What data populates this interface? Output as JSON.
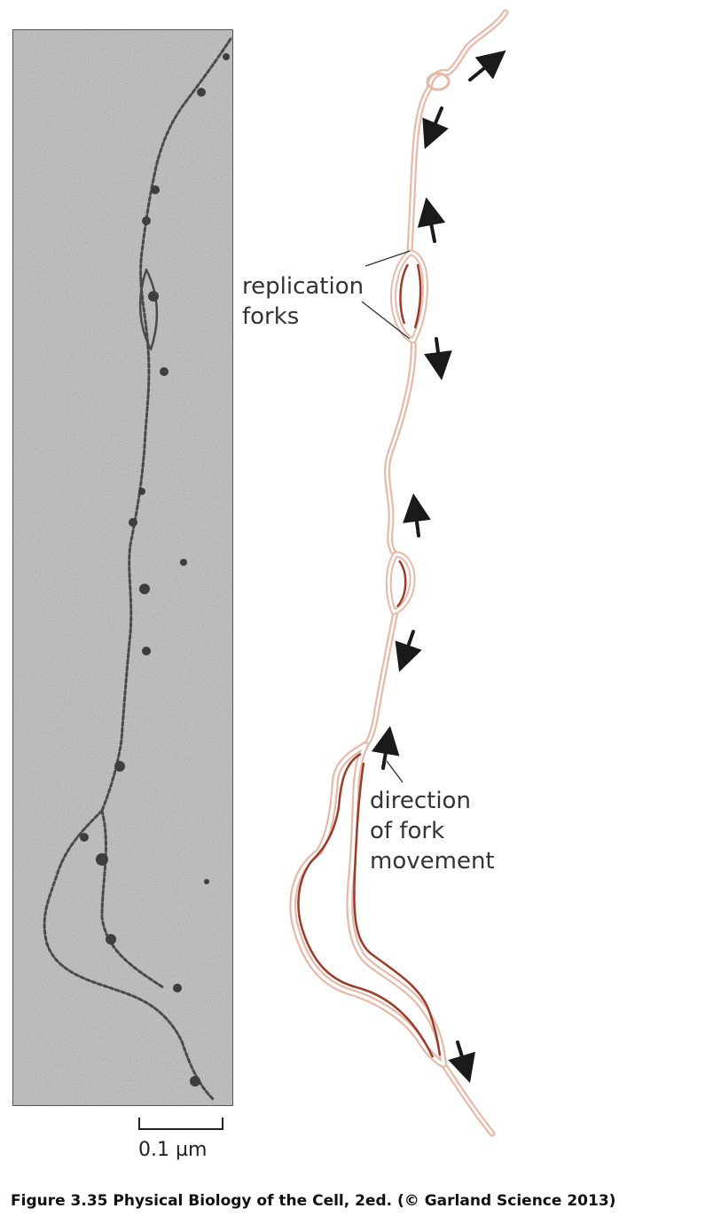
{
  "labels": {
    "replication_forks": [
      "replication",
      "forks"
    ],
    "fork_direction": [
      "direction",
      "of fork",
      "movement"
    ],
    "scale": "0.1 µm"
  },
  "caption": "Figure 3.35  Physical Biology of the Cell, 2ed. (© Garland Science 2013)",
  "colors": {
    "parental_strand": "#e8b9a8",
    "new_strand": "#9c3b2a",
    "arrow": "#1a1a1a",
    "micrograph_bg": "#a9a9a9"
  }
}
